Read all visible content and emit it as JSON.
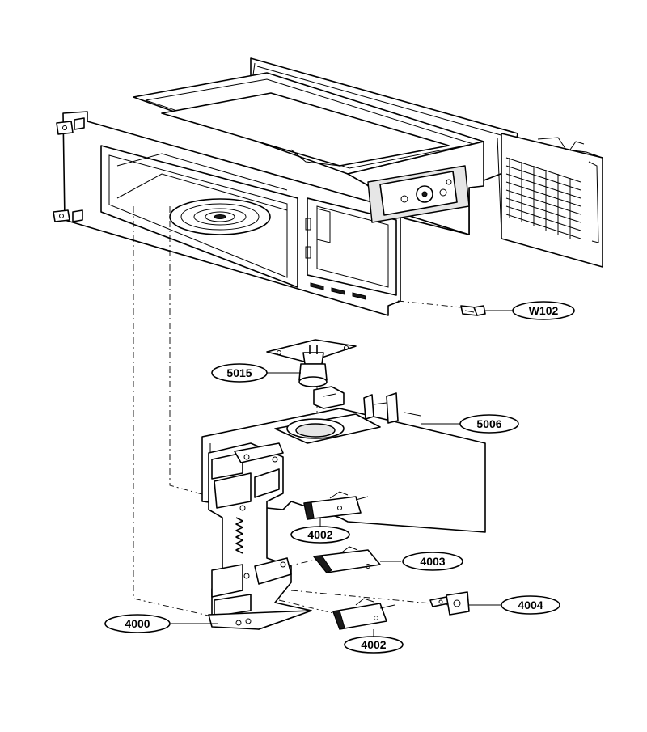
{
  "parts": [
    {
      "id": "W102",
      "label": "W102"
    },
    {
      "id": "5015",
      "label": "5015"
    },
    {
      "id": "5006",
      "label": "5006"
    },
    {
      "id": "4002a",
      "label": "4002"
    },
    {
      "id": "4003",
      "label": "4003"
    },
    {
      "id": "4004",
      "label": "4004"
    },
    {
      "id": "4000",
      "label": "4000"
    },
    {
      "id": "4002b",
      "label": "4002"
    }
  ]
}
